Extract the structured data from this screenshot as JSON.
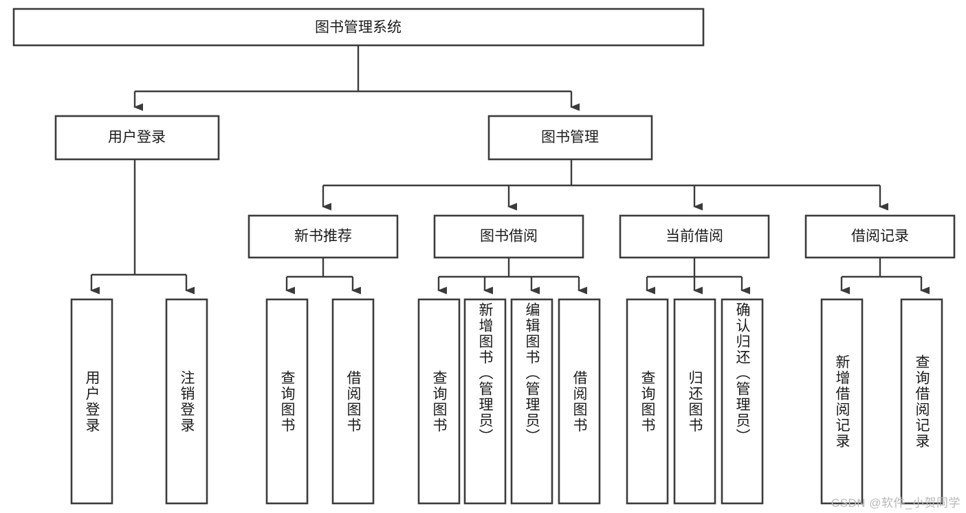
{
  "diagram": {
    "title": "图书管理系统",
    "type": "tree",
    "orientation": "top-down",
    "colors": {
      "box_stroke": "#3b3b3b",
      "box_fill": "#ffffff",
      "edge": "#3b3b3b",
      "text": "#1b1b1b",
      "watermark": "#b8b8b8",
      "background": "#ffffff"
    },
    "root": {
      "label": "图书管理系统"
    },
    "level2": [
      {
        "label": "用户登录"
      },
      {
        "label": "图书管理"
      }
    ],
    "level3": [
      {
        "label": "新书推荐"
      },
      {
        "label": "图书借阅"
      },
      {
        "label": "当前借阅"
      },
      {
        "label": "借阅记录"
      }
    ],
    "leaves": {
      "user_login": [
        {
          "label": "用户登录"
        },
        {
          "label": "注销登录"
        }
      ],
      "new_book": [
        {
          "label": "查询图书"
        },
        {
          "label": "借阅图书"
        }
      ],
      "book_borrow": [
        {
          "label": "查询图书"
        },
        {
          "label": "新增图书（管理员）"
        },
        {
          "label": "编辑图书（管理员）"
        },
        {
          "label": "借阅图书"
        }
      ],
      "current_borrow": [
        {
          "label": "查询图书"
        },
        {
          "label": "归还图书"
        },
        {
          "label": "确认归还（管理员）"
        }
      ],
      "borrow_record": [
        {
          "label": "新增借阅记录"
        },
        {
          "label": "查询借阅记录"
        }
      ]
    }
  },
  "watermark": {
    "text": "CSDN @软件_小贺同学"
  }
}
